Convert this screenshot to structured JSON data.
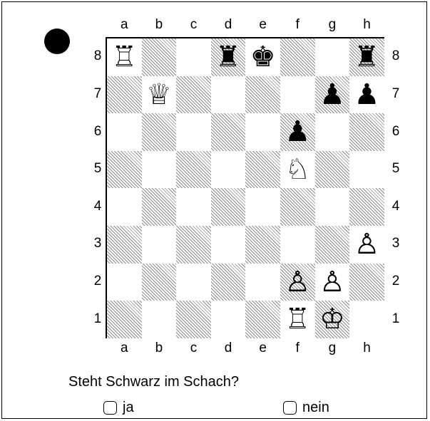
{
  "files": [
    "a",
    "b",
    "c",
    "d",
    "e",
    "f",
    "g",
    "h"
  ],
  "ranks": [
    "8",
    "7",
    "6",
    "5",
    "4",
    "3",
    "2",
    "1"
  ],
  "side_to_move": "black",
  "board": [
    [
      "♖",
      "",
      "",
      "♜",
      "♚",
      "",
      "",
      "♜"
    ],
    [
      "",
      "♕",
      "",
      "",
      "",
      "",
      "♟",
      "♟"
    ],
    [
      "",
      "",
      "",
      "",
      "",
      "♟",
      "",
      ""
    ],
    [
      "",
      "",
      "",
      "",
      "",
      "♘",
      "",
      ""
    ],
    [
      "",
      "",
      "",
      "",
      "",
      "",
      "",
      ""
    ],
    [
      "",
      "",
      "",
      "",
      "",
      "",
      "",
      "♙"
    ],
    [
      "",
      "",
      "",
      "",
      "",
      "♙",
      "♙",
      ""
    ],
    [
      "",
      "",
      "",
      "",
      "",
      "♖",
      "♔",
      ""
    ]
  ],
  "question": "Steht Schwarz im Schach?",
  "options": [
    "ja",
    "nein"
  ]
}
